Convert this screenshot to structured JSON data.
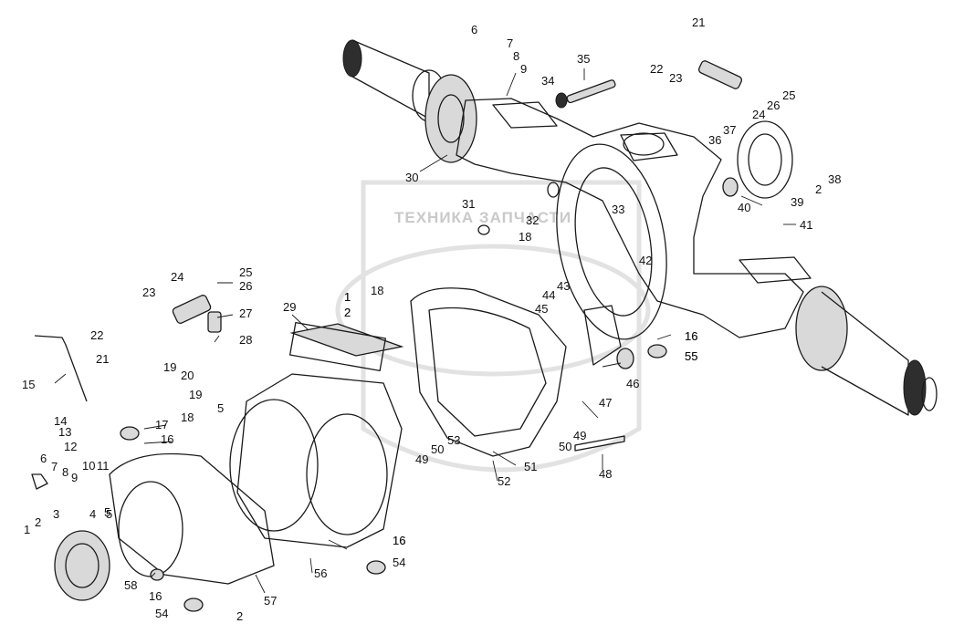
{
  "diagram": {
    "type": "exploded-parts-view",
    "watermark_text": "ТЕХНИКА ЗАПЧАСТИ",
    "callouts": [
      {
        "id": "c1a",
        "label": "1"
      },
      {
        "id": "c2a",
        "label": "2"
      },
      {
        "id": "c3",
        "label": "3"
      },
      {
        "id": "c4",
        "label": "4"
      },
      {
        "id": "c5a",
        "label": "5"
      },
      {
        "id": "c5b",
        "label": "5"
      },
      {
        "id": "c5c",
        "label": "5"
      },
      {
        "id": "c6a",
        "label": "6"
      },
      {
        "id": "c7a",
        "label": "7"
      },
      {
        "id": "c8a",
        "label": "8"
      },
      {
        "id": "c9a",
        "label": "9"
      },
      {
        "id": "c10",
        "label": "10"
      },
      {
        "id": "c11",
        "label": "11"
      },
      {
        "id": "c12",
        "label": "12"
      },
      {
        "id": "c13",
        "label": "13"
      },
      {
        "id": "c14",
        "label": "14"
      },
      {
        "id": "c15",
        "label": "15"
      },
      {
        "id": "c16a",
        "label": "16"
      },
      {
        "id": "c17",
        "label": "17"
      },
      {
        "id": "c18a",
        "label": "18"
      },
      {
        "id": "c19a",
        "label": "19"
      },
      {
        "id": "c19b",
        "label": "19"
      },
      {
        "id": "c20",
        "label": "20"
      },
      {
        "id": "c21a",
        "label": "21"
      },
      {
        "id": "c22a",
        "label": "22"
      },
      {
        "id": "c23a",
        "label": "23"
      },
      {
        "id": "c24a",
        "label": "24"
      },
      {
        "id": "c25a",
        "label": "25"
      },
      {
        "id": "c26a",
        "label": "26"
      },
      {
        "id": "c27",
        "label": "27"
      },
      {
        "id": "c28",
        "label": "28"
      },
      {
        "id": "c29",
        "label": "29"
      },
      {
        "id": "c1b",
        "label": "1"
      },
      {
        "id": "c2b",
        "label": "2"
      },
      {
        "id": "c18b",
        "label": "18"
      },
      {
        "id": "c6b",
        "label": "6"
      },
      {
        "id": "c7b",
        "label": "7"
      },
      {
        "id": "c8b",
        "label": "8"
      },
      {
        "id": "c9b",
        "label": "9"
      },
      {
        "id": "c35",
        "label": "35"
      },
      {
        "id": "c34",
        "label": "34"
      },
      {
        "id": "c21b",
        "label": "21"
      },
      {
        "id": "c22b",
        "label": "22"
      },
      {
        "id": "c23b",
        "label": "23"
      },
      {
        "id": "c25b",
        "label": "25"
      },
      {
        "id": "c24b",
        "label": "24"
      },
      {
        "id": "c26b",
        "label": "26"
      },
      {
        "id": "c36",
        "label": "36"
      },
      {
        "id": "c37",
        "label": "37"
      },
      {
        "id": "c30",
        "label": "30"
      },
      {
        "id": "c38",
        "label": "38"
      },
      {
        "id": "c39",
        "label": "39"
      },
      {
        "id": "c2c",
        "label": "2"
      },
      {
        "id": "c40",
        "label": "40"
      },
      {
        "id": "c31",
        "label": "31"
      },
      {
        "id": "c32",
        "label": "32"
      },
      {
        "id": "c33",
        "label": "33"
      },
      {
        "id": "c18c",
        "label": "18"
      },
      {
        "id": "c41",
        "label": "41"
      },
      {
        "id": "c42",
        "label": "42"
      },
      {
        "id": "c43",
        "label": "43"
      },
      {
        "id": "c44",
        "label": "44"
      },
      {
        "id": "c45",
        "label": "45"
      },
      {
        "id": "c16b",
        "label": "16"
      },
      {
        "id": "c55a",
        "label": "55"
      },
      {
        "id": "c46",
        "label": "46"
      },
      {
        "id": "c47",
        "label": "47"
      },
      {
        "id": "c49a",
        "label": "49"
      },
      {
        "id": "c50a",
        "label": "50"
      },
      {
        "id": "c49b",
        "label": "49"
      },
      {
        "id": "c50b",
        "label": "50"
      },
      {
        "id": "c53",
        "label": "53"
      },
      {
        "id": "c51",
        "label": "51"
      },
      {
        "id": "c52",
        "label": "52"
      },
      {
        "id": "c48",
        "label": "48"
      },
      {
        "id": "c55b",
        "label": "55"
      },
      {
        "id": "c16c",
        "label": "16"
      },
      {
        "id": "c54a",
        "label": "54"
      },
      {
        "id": "c56",
        "label": "56"
      },
      {
        "id": "c57",
        "label": "57"
      },
      {
        "id": "c58",
        "label": "58"
      },
      {
        "id": "c16d",
        "label": "16"
      },
      {
        "id": "c54b",
        "label": "54"
      },
      {
        "id": "c2d",
        "label": "2"
      },
      {
        "id": "c16e",
        "label": "16"
      },
      {
        "id": "c1c",
        "label": "1"
      },
      {
        "id": "c2e",
        "label": "2"
      },
      {
        "id": "c16f",
        "label": "16"
      }
    ]
  }
}
